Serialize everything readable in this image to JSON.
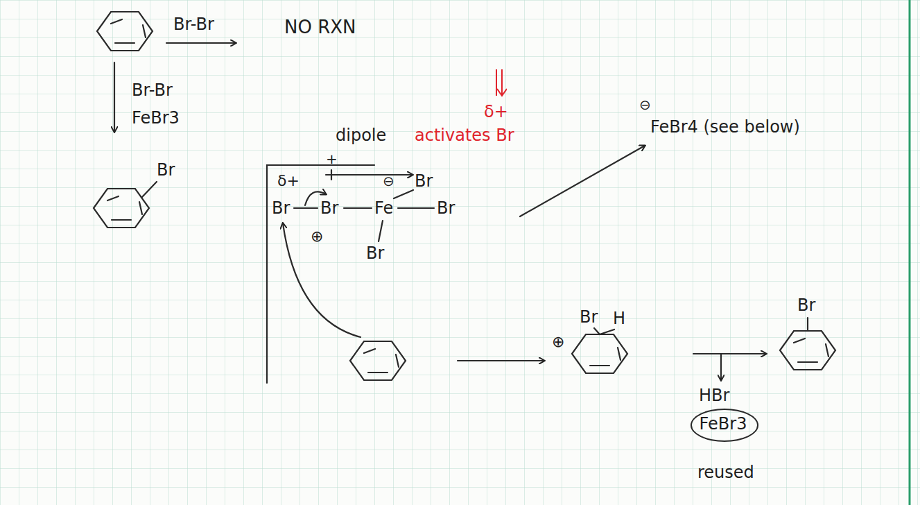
{
  "diagram": {
    "nodes": [
      {
        "text": [
          "FeBr3"
        ]
      }
    ],
    "labels": [
      "Br-Br",
      "NO RXN",
      "Br-Br",
      "FeBr3",
      "Br",
      "δ+",
      "dipole",
      "activates Br",
      "⊖",
      "FeBr4 (see below)",
      "+",
      "δ+",
      "⊖",
      "Br",
      "Br",
      "Br",
      "Fe",
      "Br",
      "⊕",
      "Br",
      "Br",
      "H",
      "⊕",
      "Br",
      "HBr",
      "reused"
    ]
  }
}
